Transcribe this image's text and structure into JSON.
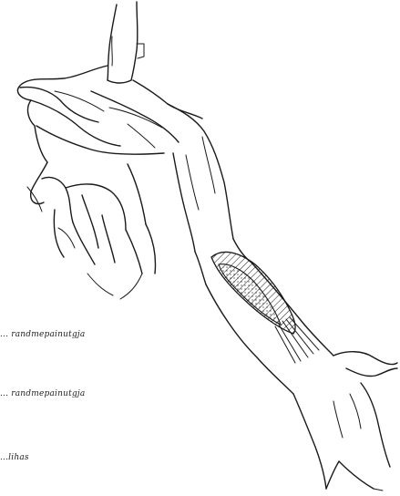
{
  "labels": {
    "label_1": "... randmepainutgja",
    "label_2": "... randmepainutgja",
    "label_3": "...lihas"
  }
}
